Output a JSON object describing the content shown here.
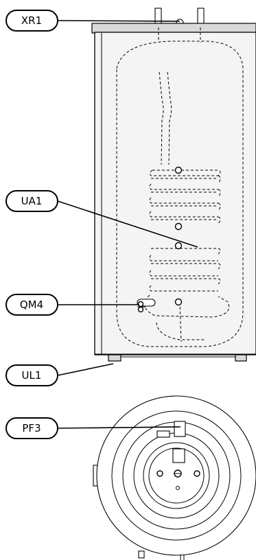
{
  "labels": {
    "xr1": "XR1",
    "ua1": "UA1",
    "qm4": "QM4",
    "ul1": "UL1",
    "pf3": "PF3"
  }
}
